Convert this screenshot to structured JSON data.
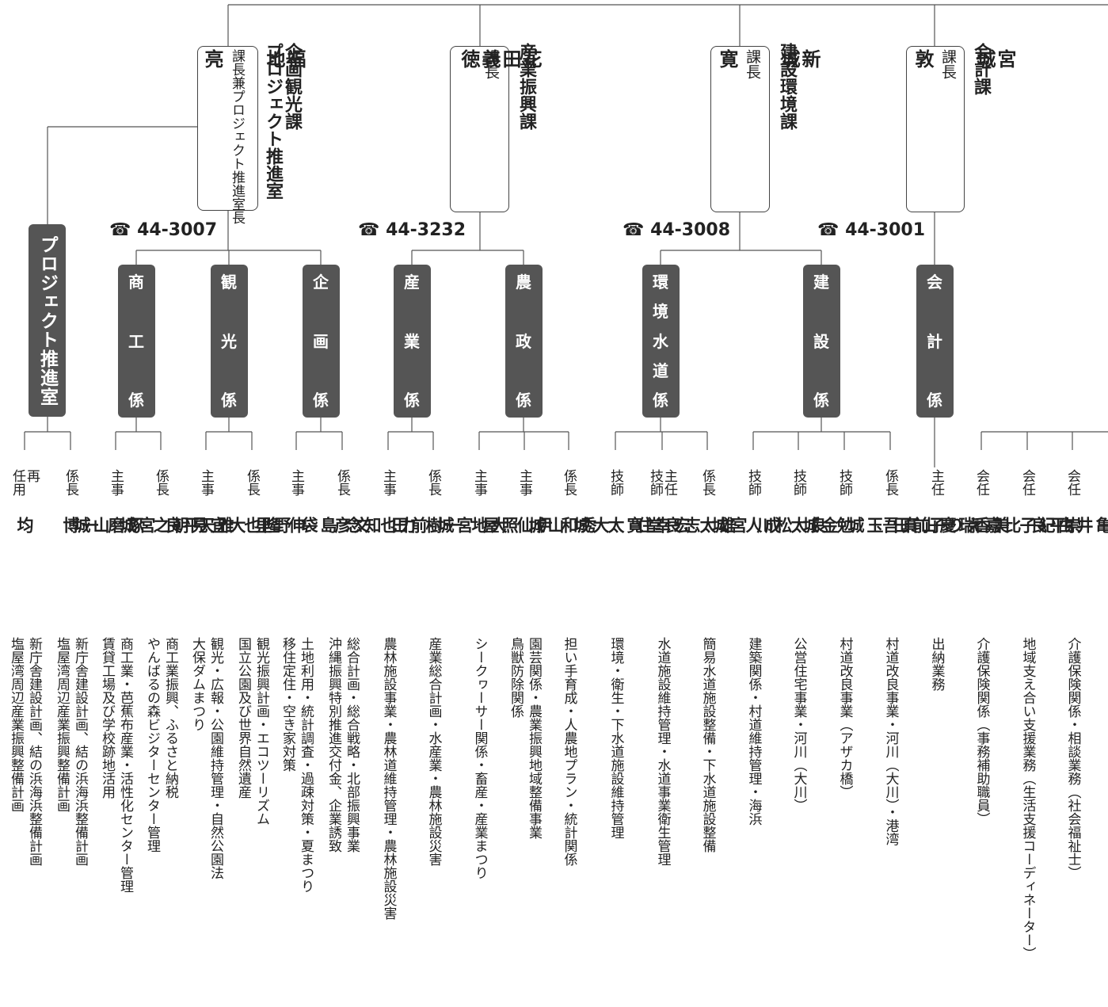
{
  "departments": [
    {
      "name": "企画観光課\nプロジェクト推進室",
      "chief_role": "課長兼プロジェクト推進室長",
      "chief_name": "福\n地\n\n\n亮",
      "phone": "☎ 44-3007"
    },
    {
      "name": "産業振興課",
      "chief_role": "課長",
      "chief_name": "花\n田\n義\n徳",
      "phone": "☎ 44-3232"
    },
    {
      "name": "建設環境課",
      "chief_role": "課長",
      "chief_name": "新\n城\n\n\n寛",
      "phone": "☎ 44-3008"
    },
    {
      "name": "会計課",
      "chief_role": "課長",
      "chief_name": "宮\n城\n\n\n敦",
      "phone": "☎ 44-3001"
    }
  ],
  "project_office": "プロジェクト推進室",
  "sections": [
    {
      "chars": [
        "商",
        "工",
        "係"
      ]
    },
    {
      "chars": [
        "観",
        "光",
        "係"
      ]
    },
    {
      "chars": [
        "企",
        "画",
        "係"
      ]
    },
    {
      "chars": [
        "産",
        "業",
        "係"
      ]
    },
    {
      "chars": [
        "農",
        "政",
        "係"
      ]
    },
    {
      "chars": [
        "環",
        "境",
        "水",
        "道",
        "係"
      ]
    },
    {
      "chars": [
        "建",
        "設",
        "係"
      ]
    },
    {
      "chars": [
        "会",
        "計",
        "係"
      ]
    }
  ],
  "staff": [
    {
      "title": "再\n任用",
      "name": "山\n城\n\n\n均",
      "duty": "新庁舎建設計画、結の浜海浜整備計画\n塩屋湾周辺産業振興整備計画"
    },
    {
      "title": "係長",
      "name": "宮\n城\n\n一\n博",
      "duty": "新庁舎建設計画、結の浜海浜整備計画\n塩屋湾周辺産業振興整備計画"
    },
    {
      "title": "主事",
      "name": "平\n良\n\n琢\n磨",
      "duty": "商工業・芭蕉布産業・活性化センター管理\n賃貸工場及び学校跡地活用"
    },
    {
      "title": "係長",
      "name": "大\n宜\n見\n朝\n之",
      "duty": "商工業振興、ふるさと納税\nやんばるの森ビジターセンター管理"
    },
    {
      "title": "主事",
      "name": "野\n里\n\n雅\n天",
      "duty": "観光・広報・公園維持管理・自然公園法\n大保ダムまつり"
    },
    {
      "title": "係長",
      "name": "島\n袋\n\n隆\n也",
      "duty": "観光振興計画・エコツーリズム\n国立公園及び世界自然遺産"
    },
    {
      "title": "主事",
      "name": "知\n念\n\n\n伸",
      "duty": "土地利用・統計調査・過疎対策・夏まつり\n移住定住・空き家対策"
    },
    {
      "title": "係長",
      "name": "前\n田\n\n文\n彦",
      "duty": "総合計画・総合戦略・北部振興事業\n沖縄振興特別推進交付金、企業誘致"
    },
    {
      "title": "主事",
      "name": "宮\n城\n\n力\n也",
      "duty": "農林施設事業・農林道維持管理・農林施設災害"
    },
    {
      "title": "係長",
      "name": "照\n屋\n\n一\n樹",
      "duty": "産業総合計画・水産業・農林施設災害"
    },
    {
      "title": "主事",
      "name": "山\n城\n\n大\n地",
      "duty": "シークヮーサー関係・畜産・産業まつり"
    },
    {
      "title": "主事",
      "name": "大\n城\n\n伊\n仙",
      "duty": "園芸関係・農業振興地域整備事業\n鳥獣防除関係"
    },
    {
      "title": "係長",
      "name": "住\n\n\n秀\n和",
      "duty": "担い手育成・人農地プラン・統計関係"
    },
    {
      "title": "技師",
      "name": "志\n良\n堂\n寛\n太",
      "duty": "環境・衛生・下水道施設維持管理"
    },
    {
      "title": "主任\n技師",
      "name": "宮\n城\n\n宏\n幸",
      "duty": "水道施設維持管理・水道事業衛生管理"
    },
    {
      "title": "係長",
      "name": "松\n川\n\n雄\n太",
      "duty": "簡易水道施設整備・下水道施設整備"
    },
    {
      "title": "技師",
      "name": "金\n城\n\n成\n人",
      "duty": "建築関係・村道維持管理・海浜"
    },
    {
      "title": "技師",
      "name": "玉\n城\n\n良\n太",
      "duty": "公営住宅事業・河川（大川）"
    },
    {
      "title": "技師",
      "name": "前\n田\n\n\n勉",
      "duty": "村道改良事業（アザカ橋）"
    },
    {
      "title": "係長",
      "name": "瑞\n慶\n山\n真\n吾",
      "duty": "村道改良事業・河川（大川）・港湾"
    },
    {
      "title": "主任",
      "name": "比\n嘉\nえ\nり\n子",
      "duty": "出納業務"
    },
    {
      "title": "会任",
      "name": "平\n良\n\n美\n香",
      "duty": "介護保険関係（事務補助職員）"
    },
    {
      "title": "会任",
      "name": "亀\n井\n由\n紀\n子",
      "duty": "地域支え合い支援業務（生活支援コーディネーター）"
    },
    {
      "title": "会任",
      "name": "上\n柴\n\n\n崇",
      "duty": "介護保険関係・相談業務（社会福祉士）"
    }
  ]
}
